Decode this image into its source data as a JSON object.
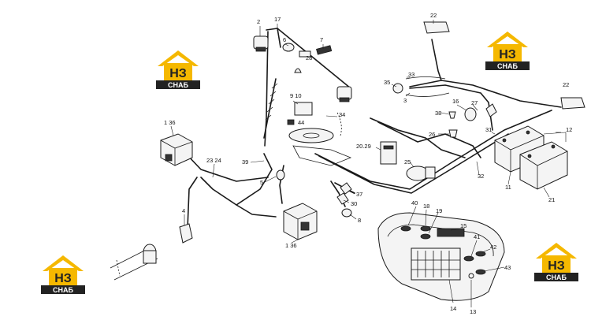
{
  "callouts": [
    {
      "id": "c2",
      "text": "2"
    },
    {
      "id": "c17",
      "text": "17"
    },
    {
      "id": "c6",
      "text": "6"
    },
    {
      "id": "c7",
      "text": "7"
    },
    {
      "id": "c28",
      "text": "28"
    },
    {
      "id": "c22a",
      "text": "22"
    },
    {
      "id": "c22b",
      "text": "22"
    },
    {
      "id": "c35",
      "text": "35"
    },
    {
      "id": "c33",
      "text": "33"
    },
    {
      "id": "c3",
      "text": "3"
    },
    {
      "id": "c910",
      "text": "9 10"
    },
    {
      "id": "c44",
      "text": "44"
    },
    {
      "id": "c34",
      "text": "34"
    },
    {
      "id": "c16",
      "text": "16"
    },
    {
      "id": "c27",
      "text": "27"
    },
    {
      "id": "c38",
      "text": "38"
    },
    {
      "id": "c31",
      "text": "31"
    },
    {
      "id": "c12",
      "text": "12"
    },
    {
      "id": "c26",
      "text": "26"
    },
    {
      "id": "c136a",
      "text": "1 36"
    },
    {
      "id": "c2029",
      "text": "20.29"
    },
    {
      "id": "c2324",
      "text": "23 24"
    },
    {
      "id": "c39",
      "text": "39"
    },
    {
      "id": "c25",
      "text": "25"
    },
    {
      "id": "c32",
      "text": "32"
    },
    {
      "id": "c11",
      "text": "11"
    },
    {
      "id": "c21",
      "text": "21"
    },
    {
      "id": "c5",
      "text": "5"
    },
    {
      "id": "c37",
      "text": "37"
    },
    {
      "id": "c30",
      "text": "30"
    },
    {
      "id": "c8",
      "text": "8"
    },
    {
      "id": "c4",
      "text": "4"
    },
    {
      "id": "c40",
      "text": "40"
    },
    {
      "id": "c18",
      "text": "18"
    },
    {
      "id": "c19",
      "text": "19"
    },
    {
      "id": "c15",
      "text": "15"
    },
    {
      "id": "c41",
      "text": "41"
    },
    {
      "id": "c42",
      "text": "42"
    },
    {
      "id": "c43",
      "text": "43"
    },
    {
      "id": "c136b",
      "text": "1 36"
    },
    {
      "id": "c14",
      "text": "14"
    },
    {
      "id": "c13",
      "text": "13"
    }
  ],
  "logo": {
    "mark": "НЗ",
    "word": "СНАБ",
    "colors": {
      "accent": "#f5b800",
      "dark": "#222222",
      "light": "#ffffff"
    }
  },
  "colors": {
    "line": "#1a1a1a",
    "background": "#ffffff"
  }
}
